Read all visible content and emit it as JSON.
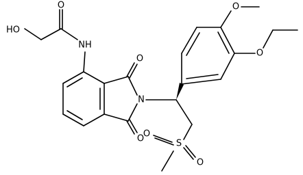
{
  "molecule": {
    "atoms": {
      "o_carbonyl_amide": "O",
      "ho_label": "HO",
      "nh_label": "NH",
      "o_upper_imide": "O",
      "n_imide": "N",
      "o_lower_imide": "O",
      "s_sulfonyl": "S",
      "o_sulfonyl_left": "O",
      "o_sulfonyl_right": "O",
      "o_methoxy": "O",
      "o_ethoxy": "O"
    }
  }
}
